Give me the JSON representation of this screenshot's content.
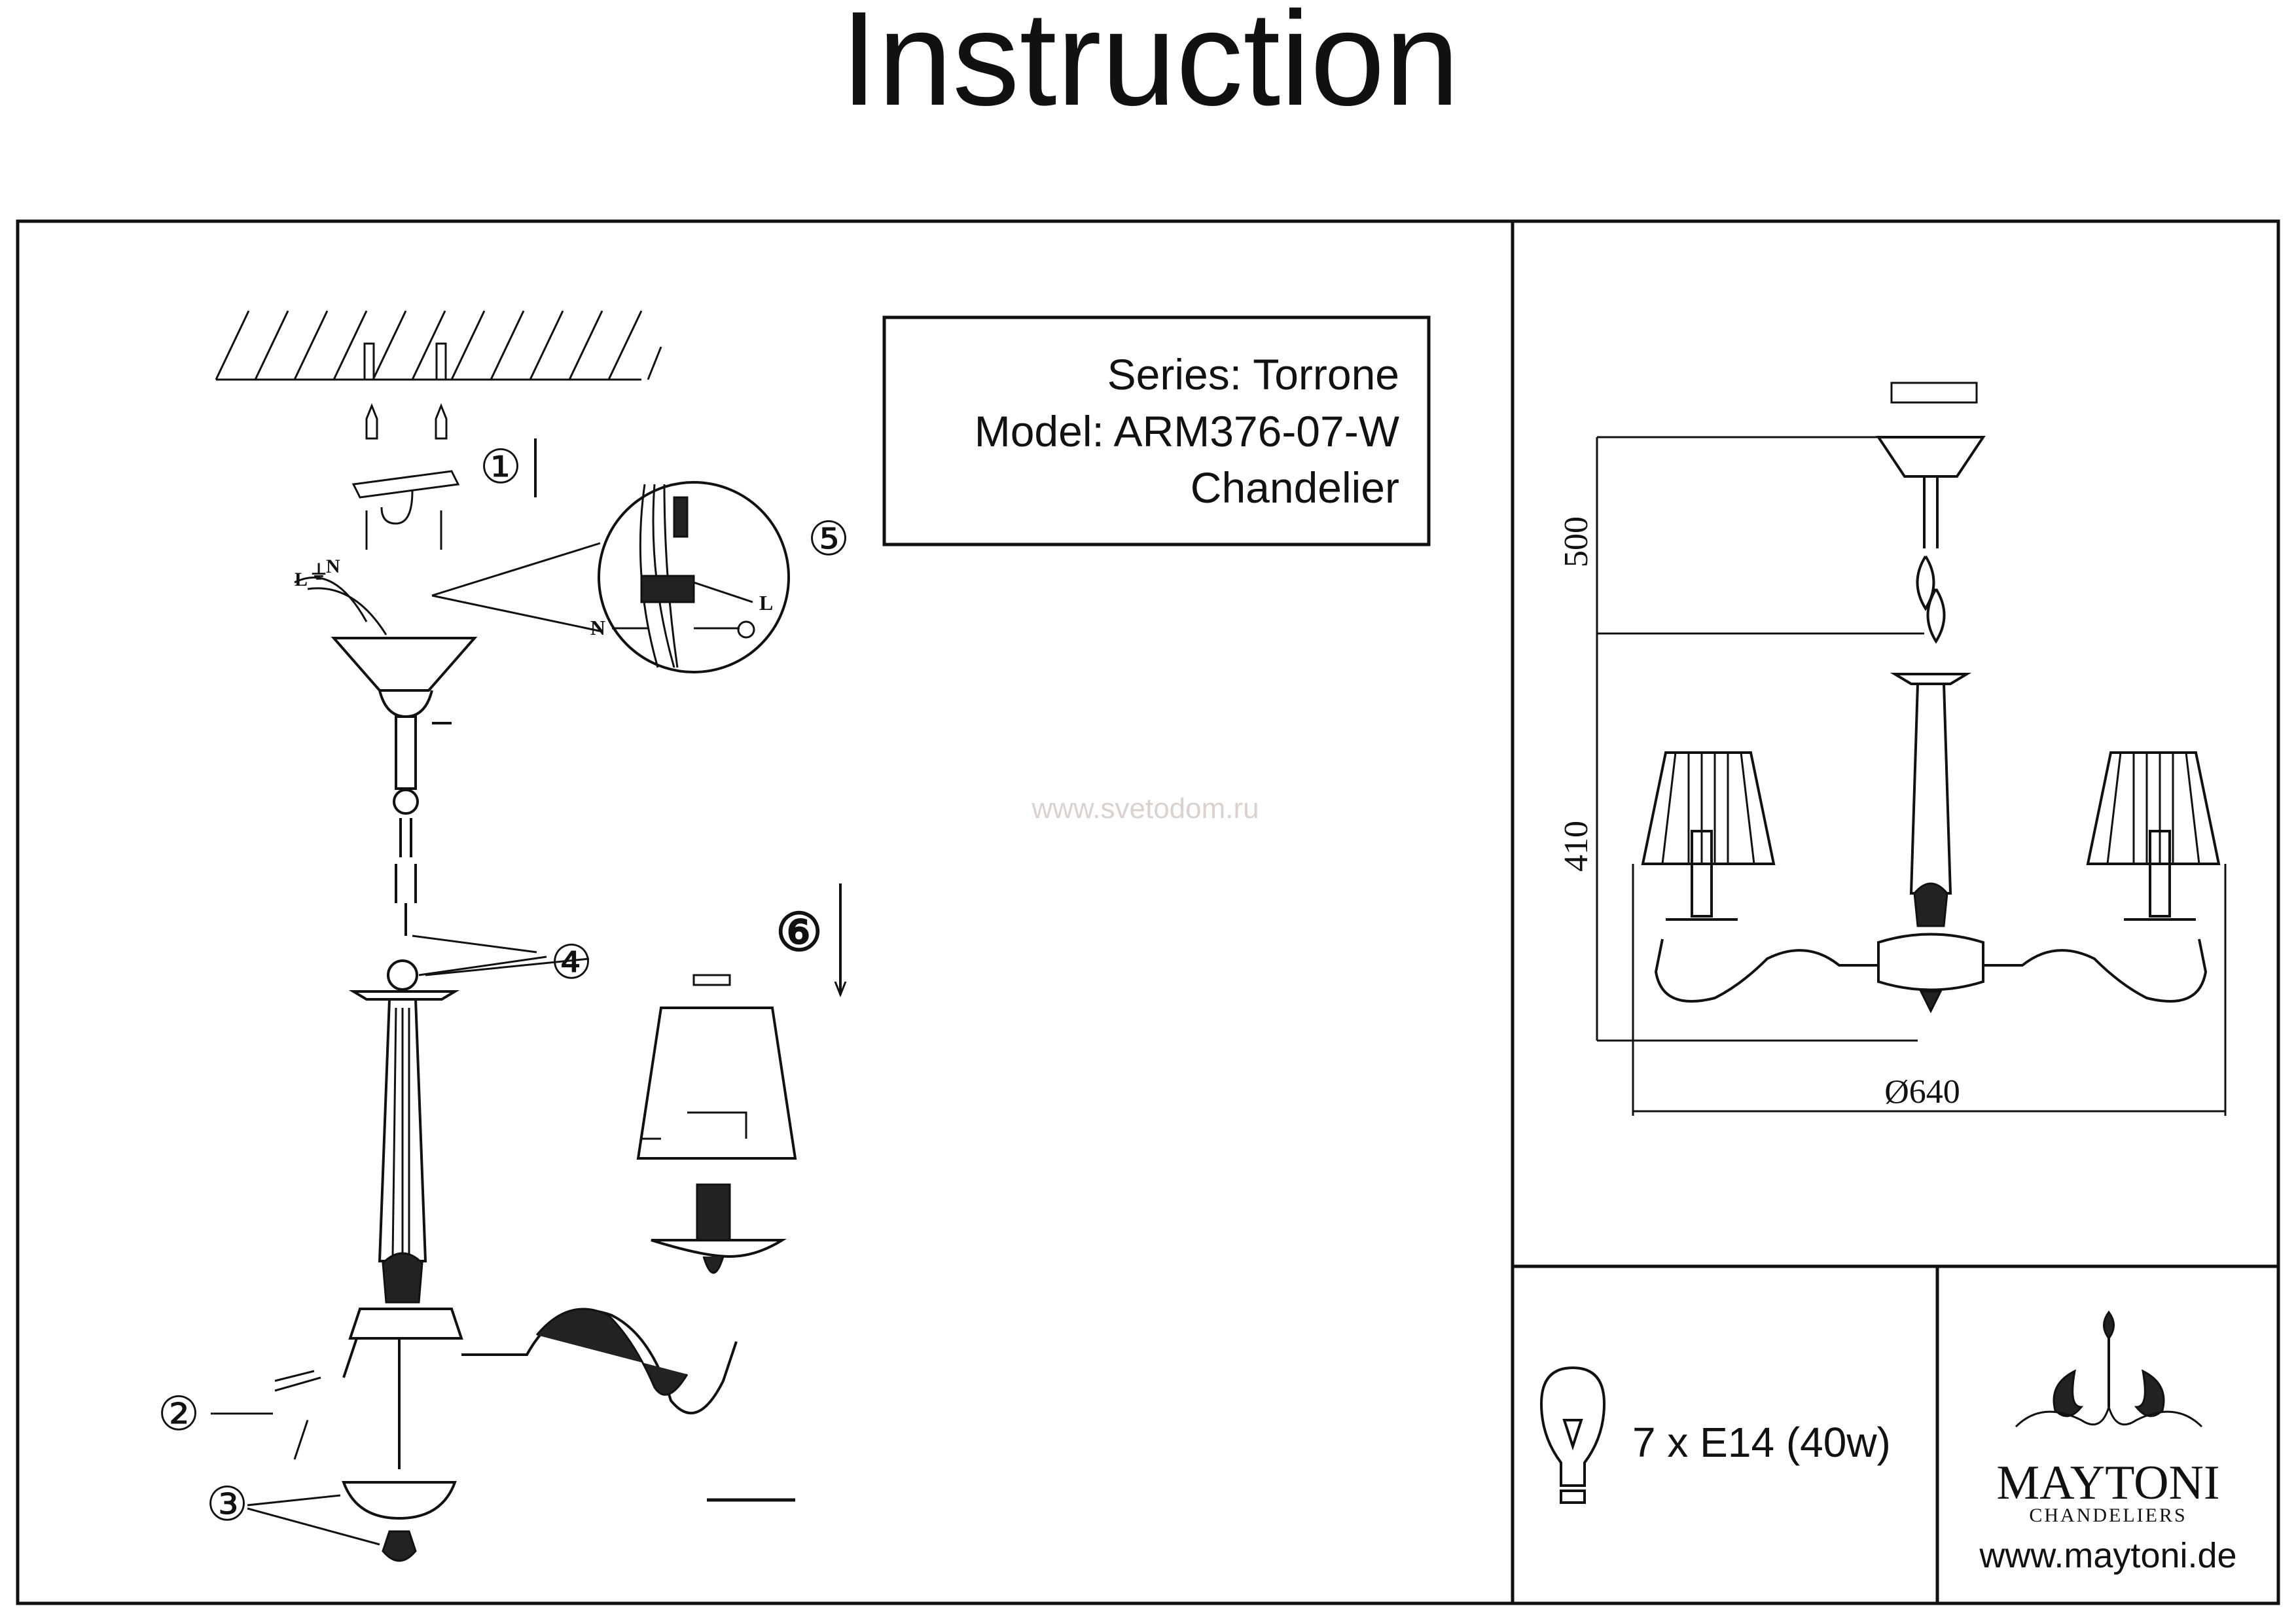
{
  "title": "Instruction",
  "info_box": {
    "series": "Series: Torrone",
    "model": "Model: ARM376-07-W",
    "type": "Chandelier"
  },
  "watermark": "www.svetodom.ru",
  "steps": {
    "step1": "①",
    "step2": "②",
    "step3": "③",
    "step4": "④",
    "step5": "⑤",
    "step6": "⑥"
  },
  "wiring_labels": {
    "neutral": "N",
    "live": "L",
    "earth_symbol": "⏚",
    "terminal_l": "L",
    "terminal_n": "N"
  },
  "dimensions": {
    "height_total": "500",
    "height_body": "410",
    "diameter": "Ø640"
  },
  "bulb_spec": "7 x E14 (40w)",
  "brand": {
    "name": "MAYTONI",
    "tagline": "CHANDELIERS",
    "website": "www.maytoni.de"
  }
}
